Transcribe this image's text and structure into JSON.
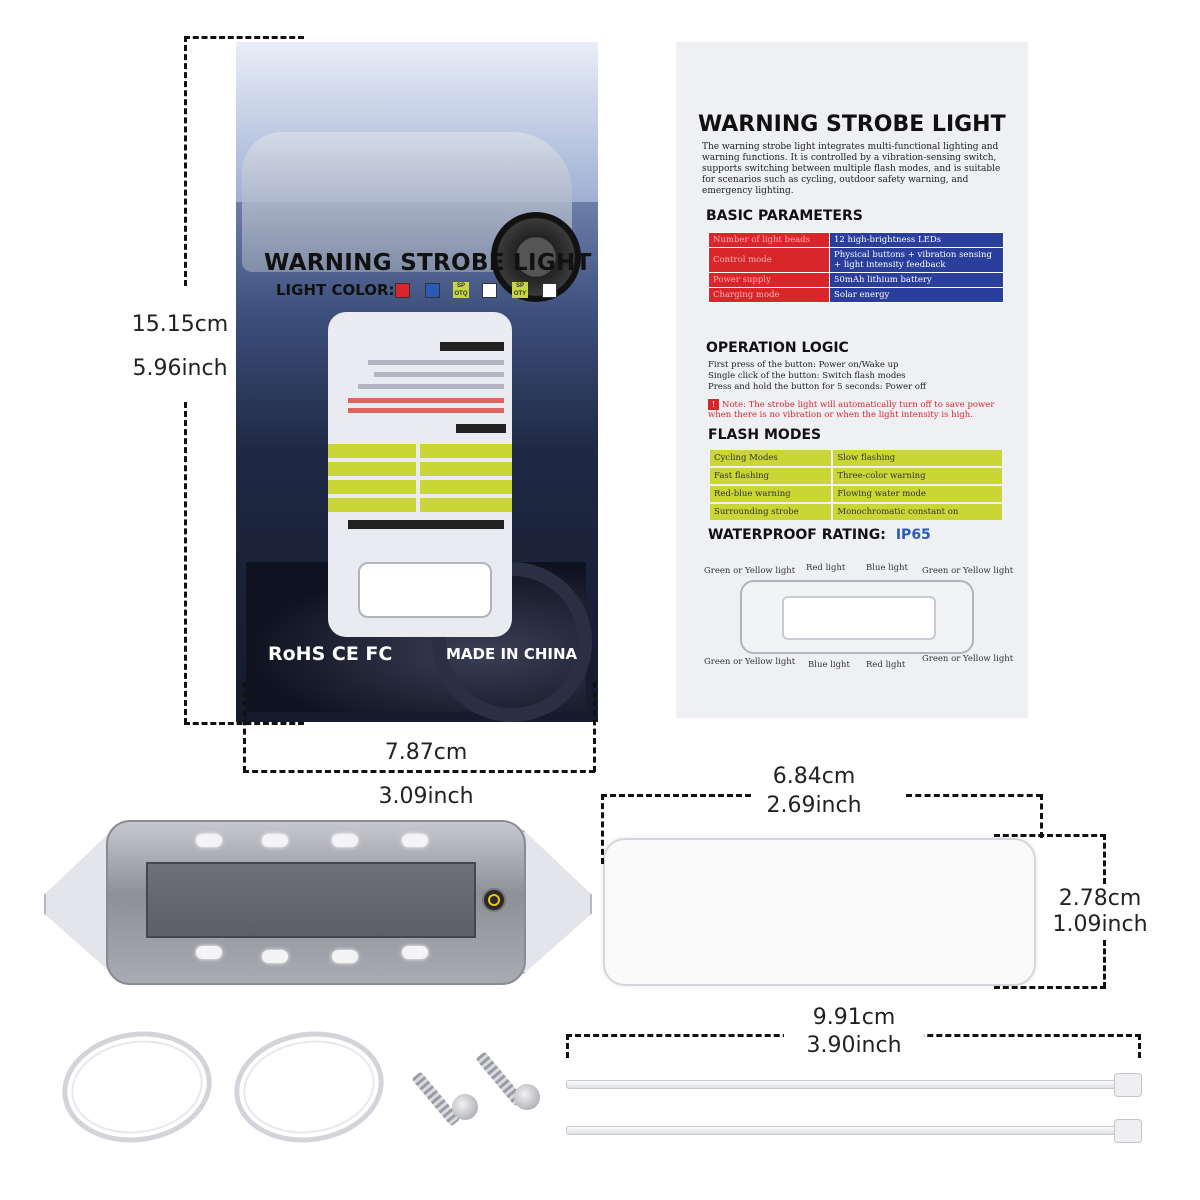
{
  "front_package": {
    "title": "WARNING STROBE LIGHT",
    "light_color_label": "LIGHT COLOR:",
    "sp_badge": "SP OTQ",
    "sp_badge_2": "SP OTY",
    "certifications": "RoHS CE FC",
    "made_in": "MADE IN CHINA"
  },
  "back_package": {
    "title": "WARNING STROBE LIGHT",
    "intro": "The warning strobe light integrates multi-functional lighting and warning functions. It is controlled by a vibration-sensing switch, supports switching between multiple flash modes, and is suitable for scenarios such as cycling, outdoor safety warning, and emergency lighting.",
    "basic_parameters_heading": "BASIC PARAMETERS",
    "parameters": [
      {
        "key": "Number of light beads",
        "value": "12 high-brightness LEDs"
      },
      {
        "key": "Control mode",
        "value": "Physical buttons + vibration sensing + light intensity feedback"
      },
      {
        "key": "Power supply",
        "value": "50mAh lithium battery"
      },
      {
        "key": "Charging mode",
        "value": "Solar energy"
      }
    ],
    "operation_heading": "OPERATION LOGIC",
    "operation_lines": [
      "First press of the button: Power on/Wake up",
      "Single click of the button: Switch flash modes",
      "Press and hold the button for 5 seconds: Power off"
    ],
    "note": "Note: The strobe light will automatically turn off to save power when there is no vibration or when the light intensity is high.",
    "flash_heading": "FLASH MODES",
    "flash_modes": [
      [
        "Cycling Modes",
        "Slow flashing"
      ],
      [
        "Fast flashing",
        "Three-color warning"
      ],
      [
        "Red-blue warning",
        "Flowing water mode"
      ],
      [
        "Surrounding strobe",
        "Monochromatic constant on"
      ]
    ],
    "waterproof_label": "WATERPROOF RATING:",
    "waterproof_value": "IP65",
    "diagram_labels": {
      "top_left": "Green or Yellow light",
      "top_red": "Red light",
      "top_blue": "Blue light",
      "top_right": "Green or Yellow light",
      "bottom_left": "Green or Yellow light",
      "bottom_blue": "Blue light",
      "bottom_red": "Red light",
      "bottom_right": "Green or Yellow light"
    }
  },
  "dimensions": {
    "package_height_cm": "15.15cm",
    "package_height_inch": "5.96inch",
    "package_width_cm": "7.87cm",
    "package_width_inch": "3.09inch",
    "sticker_width_cm": "6.84cm",
    "sticker_width_inch": "2.69inch",
    "sticker_height_cm": "2.78cm",
    "sticker_height_inch": "1.09inch",
    "tie_length_cm": "9.91cm",
    "tie_length_inch": "3.90inch"
  },
  "colors": {
    "swatch_red": "#d8262b",
    "swatch_blue": "#2a5ab8",
    "table_red": "#d8262b",
    "table_blue": "#2a3e9c",
    "flash_yellow": "#c9d635",
    "button_ring": "#f3c316"
  }
}
